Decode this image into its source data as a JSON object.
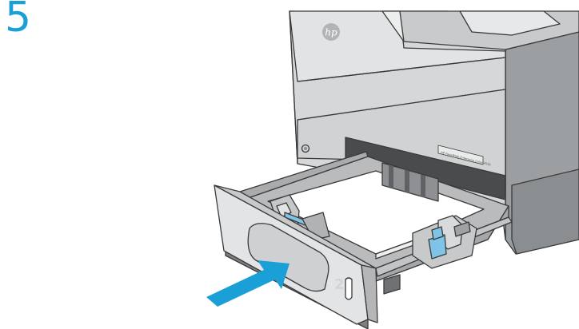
{
  "step": {
    "number": "5"
  },
  "printer": {
    "logo_text": "hp",
    "model_label": "HP PageWide Enterprise Color X556",
    "tray_number": "2"
  },
  "colors": {
    "step_number": "#1aa0d7",
    "arrow": "#1aa0d7",
    "paper_guides": "#7fc3e6",
    "printer_body": "#d9dadb",
    "printer_outline": "#3a3a3a",
    "paper": "#ffffff"
  },
  "icons": {
    "push_arrow": "arrow-right-icon"
  }
}
